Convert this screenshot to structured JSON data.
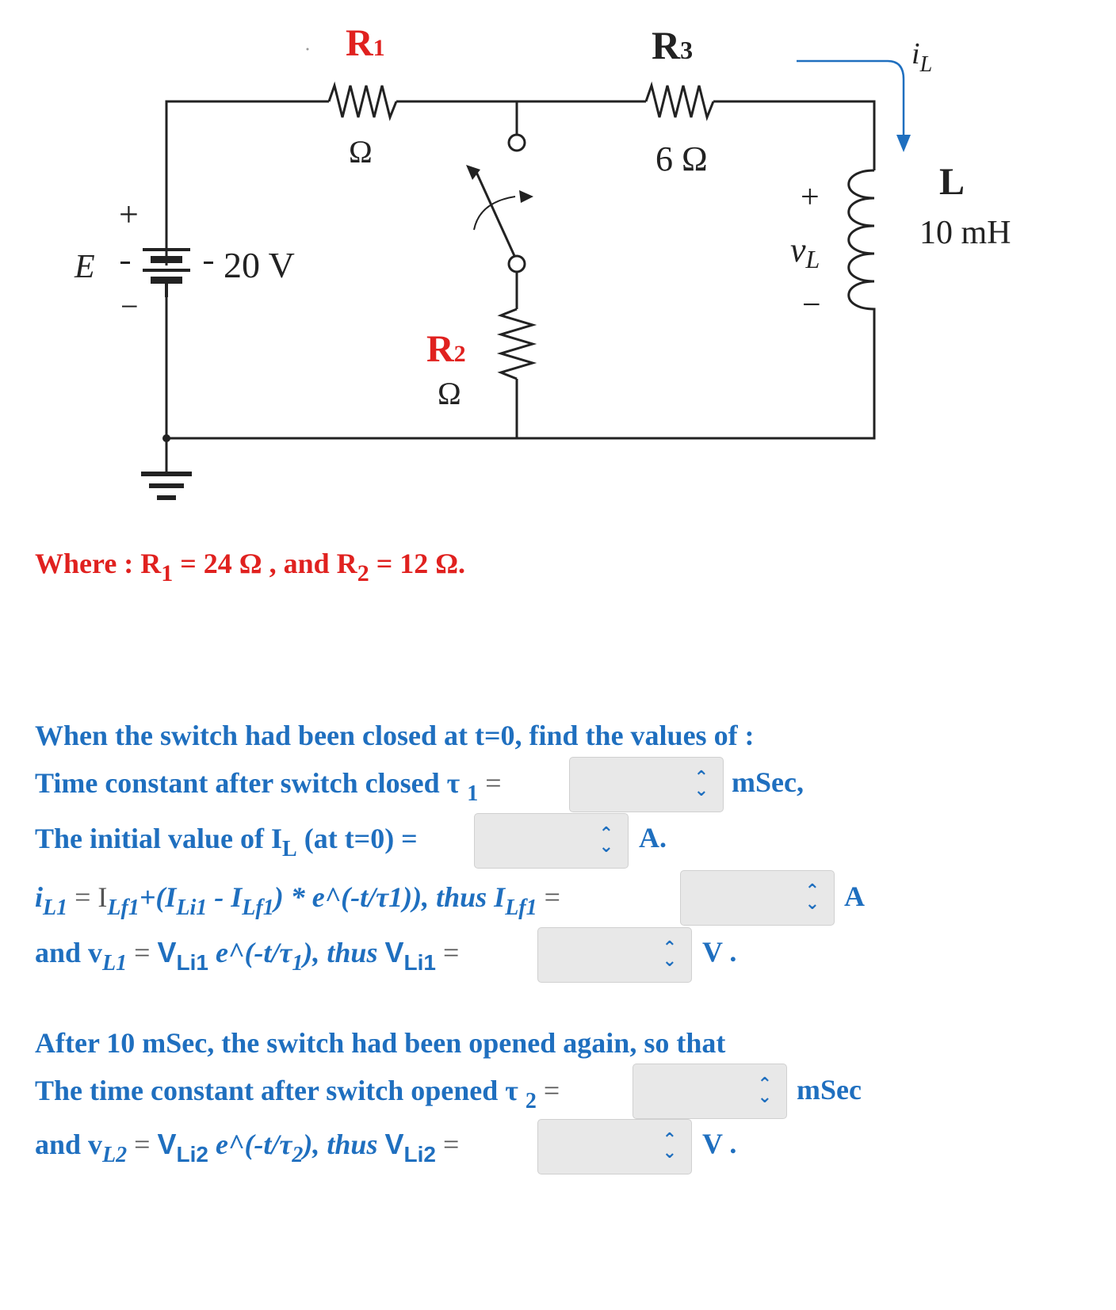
{
  "circuit": {
    "r1_label": "R",
    "r1_sub": "1",
    "r1_value": "Ω",
    "r3_label": "R",
    "r3_sub": "3",
    "r3_value": "6 Ω",
    "r2_label": "R",
    "r2_sub": "2",
    "r2_value": "Ω",
    "source_name": "E",
    "source_value": "20 V",
    "source_plus": "+",
    "source_minus": "−",
    "vl_plus": "+",
    "vl_symbol": "v",
    "vl_sub": "L",
    "vl_minus": "−",
    "il_symbol": "i",
    "il_sub": "L",
    "inductor_label": "L",
    "inductor_value": "10 mH"
  },
  "given": {
    "prefix": "Where : R",
    "r1_sub": "1",
    "r1_text": " = 24 Ω , and R",
    "r2_sub": "2",
    "r2_text": " = 12 Ω."
  },
  "questions": {
    "intro": "When the switch had been closed at t=0, find the values of :",
    "tau1_text": "Time constant after switch closed τ ",
    "tau1_sub": "1",
    "tau1_eq": " =",
    "tau1_unit": "mSec,",
    "il0_text": "The initial value of I",
    "il0_sub": "L",
    "il0_text2": " (at t=0) =",
    "il0_unit": "A.",
    "ilf_a": "i",
    "ilf_a_sub": "L1",
    "ilf_b": " = I",
    "ilf_b_sub": "Lf1",
    "ilf_c": "+(I",
    "ilf_c_sub": "Li1",
    "ilf_d": " - I",
    "ilf_d_sub": "Lf1",
    "ilf_e": ") * e^(-t/τ1)), thus I",
    "ilf_e_sub": "Lf1",
    "ilf_eq": " =",
    "ilf_unit": "A",
    "vli1_a": "and v",
    "vli1_a_sub": "L1",
    "vli1_b": " = ",
    "vli1_c": "V",
    "vli1_c_sub": "Li1",
    "vli1_d": " e^(-t/τ",
    "vli1_d_sub": "1",
    "vli1_e": "), thus ",
    "vli1_f": "V",
    "vli1_f_sub": "Li1",
    "vli1_eq": " =",
    "vli1_unit": "V .",
    "after_text": "After 10 mSec, the switch had been opened again, so that",
    "tau2_text": "The time constant after switch opened τ ",
    "tau2_sub": "2",
    "tau2_eq": " =",
    "tau2_unit": "mSec",
    "vli2_a": "and v",
    "vli2_a_sub": "L2",
    "vli2_b": " = ",
    "vli2_c": "V",
    "vli2_c_sub": "Li2",
    "vli2_d": " e^(-t/τ",
    "vli2_d_sub": "2",
    "vli2_e": "), thus ",
    "vli2_f": "V",
    "vli2_f_sub": "Li2",
    "vli2_eq": " =",
    "vli2_unit": "V ."
  },
  "colors": {
    "accent": "#1f6fbf",
    "given": "#e0211f",
    "select_bg": "#e8e8e8"
  },
  "icons": {
    "select_chevron": "chevron-up-down-icon"
  }
}
